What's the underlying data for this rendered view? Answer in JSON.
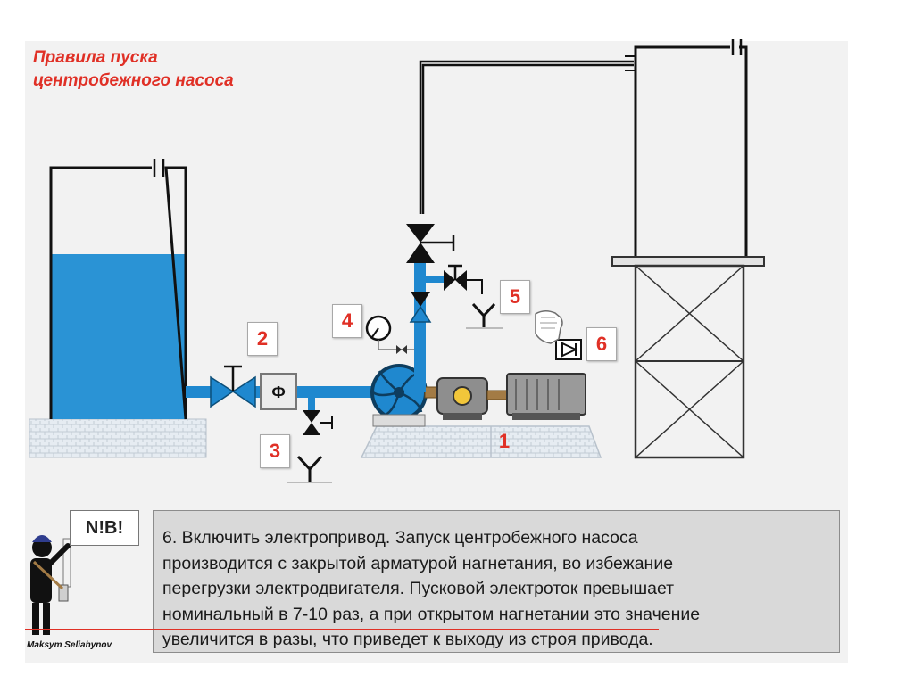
{
  "title": {
    "line1": "Правила пуска",
    "line2": "центробежного насоса"
  },
  "filter_label": "Ф",
  "markers": [
    "1",
    "2",
    "3",
    "4",
    "5",
    "6"
  ],
  "nb_label": "N!B!",
  "explanation": {
    "lines": [
      "6. Включить электропривод. Запуск центробежного насоса",
      "производится с закрытой арматурой нагнетания, во избежание",
      "перегрузки электродвигателя. Пусковой электроток превышает",
      "номинальный в 7-10 раз, а при открытом нагнетании это значение",
      "увеличится в разы, что приведет к выходу из строя привода."
    ]
  },
  "author": "Maksym Seliahynov",
  "colors": {
    "title": "#e03026",
    "water": "#2a93d5",
    "pipe": "#1f88cf",
    "panel": "#d9d9d9"
  }
}
